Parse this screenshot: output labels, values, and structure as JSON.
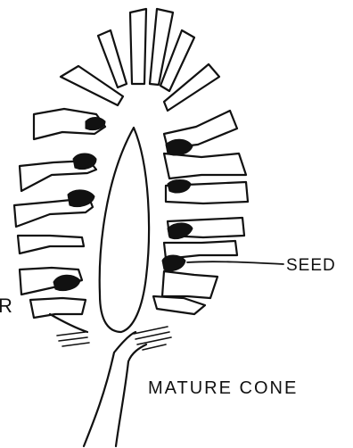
{
  "diagram": {
    "title": "MATURE CONE",
    "seed_label": "SEED",
    "edge_fragment": "R",
    "colors": {
      "ink": "#111111",
      "background": "#ffffff"
    }
  }
}
